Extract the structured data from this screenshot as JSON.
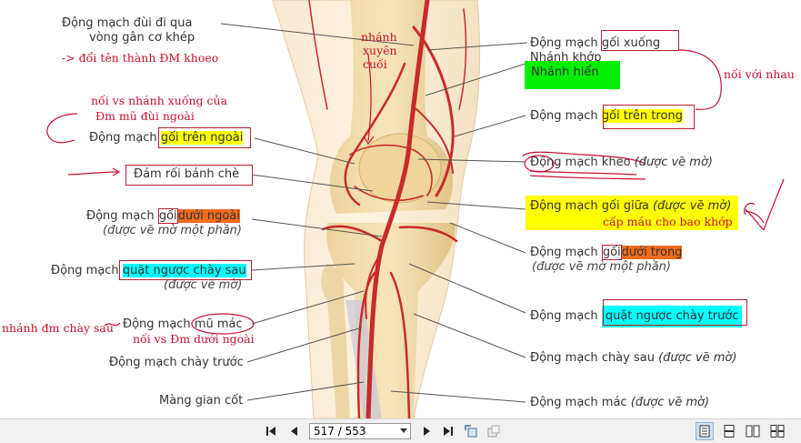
{
  "labels": {
    "l1a": "Động mạch đùi đi qua",
    "l1b": "vòng gân cơ khép",
    "l2_pre": "Động mạch ",
    "l2_hl": "gối trên ngoài",
    "l3": "Đám rối bánh chè",
    "l4_pre": "Động mạch ",
    "l4_box": "gối",
    "l4_hl": "dưới ngoài",
    "l4_sub": "(được vẽ mờ một phần)",
    "l5_pre": "Động mạch ",
    "l5_hl": "quặt ngược chày sau",
    "l5_sub": "(được vẽ mờ)",
    "l6_pre": "Động mạch ",
    "l6_circ": "mũ mác",
    "l7": "Động mạch chày trước",
    "l8": "Màng gian cốt",
    "r1_pre": "Động mạch ",
    "r1_box": "gối xuống",
    "r2a": "Nhánh khớp",
    "r2b": "Nhánh hiển",
    "r3_pre": "Động mạch ",
    "r3_hl": "gối trên trong",
    "r4": "Động mạch kheo",
    "r4_sub": "(được vẽ mờ)",
    "r5": "Động mạch gối giữa",
    "r5_sub": "(được vẽ mờ)",
    "r6_pre": "Động mạch ",
    "r6_box": "gối",
    "r6_hl": "dưới trong",
    "r6_sub": "(được vẽ mờ một phần)",
    "r7_pre": "Động mạch ",
    "r7_hl": "quặt ngược chày trước",
    "r8": "Động mạch chày sau",
    "r8_sub": "(được vẽ mờ)",
    "r9": "Động mạch mác",
    "r9_sub": "(được vẽ mờ)"
  },
  "notes": {
    "n1": "-> đổi tên thành ĐM khoeo",
    "n2a": "nối vs nhánh xuống của",
    "n2b": "Đm mũ đùi ngoài",
    "n3": "nhánh đm chày sau",
    "n4": "nối vs Đm dưới ngoài",
    "n5a": "nhánh",
    "n5b": "xuyên",
    "n5c": "cuối",
    "n6": "nối với nhau",
    "n7": "cấp máu cho bao khớp"
  },
  "toolbar": {
    "page_value": "517 / 553",
    "icons": [
      "first-page-icon",
      "prev-page-icon",
      "next-page-icon",
      "last-page-icon",
      "go-back-view-icon",
      "go-forward-view-icon",
      "single-page-view-icon",
      "continuous-view-icon",
      "two-page-view-icon",
      "two-page-continuous-view-icon"
    ]
  },
  "colors": {
    "annotation_red": "#c8102e",
    "highlight_yellow": "#ffff00",
    "highlight_orange": "#f26c1d",
    "highlight_cyan": "#00ffff",
    "highlight_green": "#00ee00"
  }
}
